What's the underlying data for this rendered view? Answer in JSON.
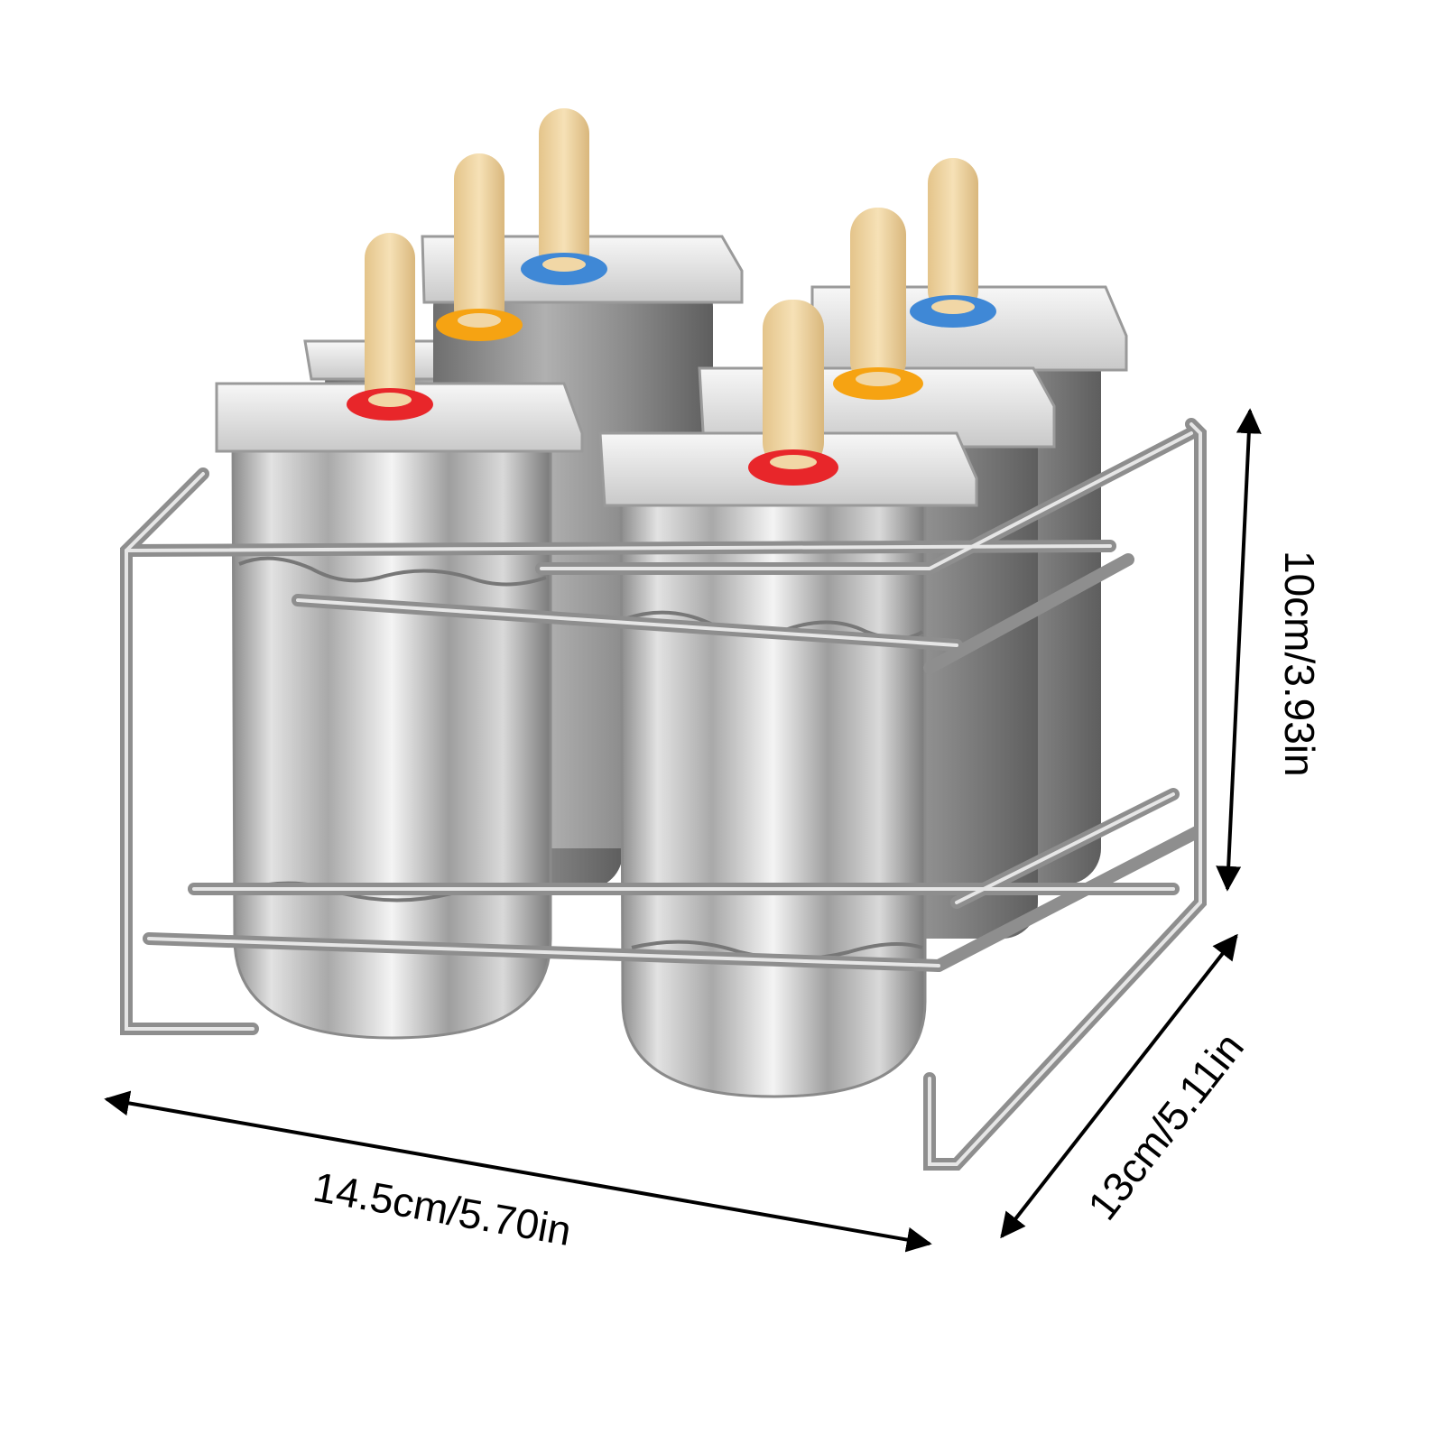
{
  "dimensions": {
    "width_label": "14.5cm/5.70in",
    "depth_label": "13cm/5.11in",
    "height_label": "10cm/3.93in"
  },
  "ring_colors": {
    "red": "#e8262a",
    "orange": "#f6a312",
    "blue": "#3f88d6"
  },
  "colors": {
    "steel_light": "#e9e9e9",
    "steel_mid": "#b9b9b9",
    "steel_dark": "#7d7d7d",
    "wood": "#f1d7a6",
    "arrow": "#000000"
  }
}
